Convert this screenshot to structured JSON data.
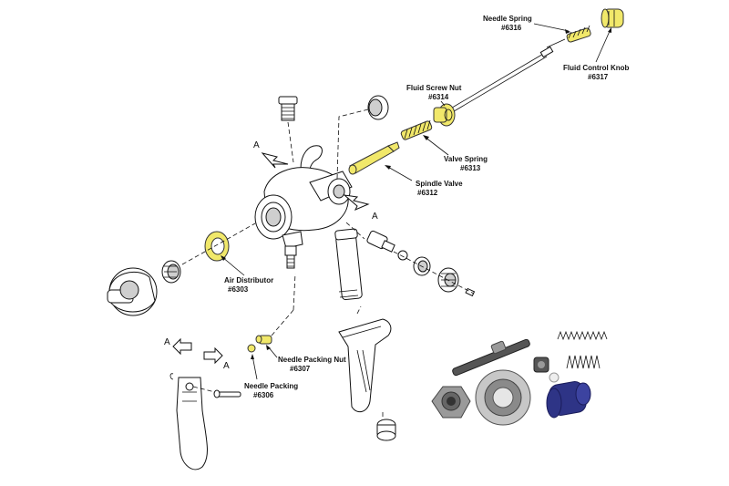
{
  "labels": {
    "needle_spring": {
      "name": "Needle Spring",
      "num": "#6316"
    },
    "fluid_control_knob": {
      "name": "Fluid Control Knob",
      "num": "#6317"
    },
    "fluid_screw_nut": {
      "name": "Fluid Screw Nut",
      "num": "#6314"
    },
    "valve_spring": {
      "name": "Valve Spring",
      "num": "#6313"
    },
    "spindle_valve": {
      "name": "Spindle Valve",
      "num": "#6312"
    },
    "air_distributor": {
      "name": "Air Distributor",
      "num": "#6303"
    },
    "needle_packing_nut": {
      "name": "Needle Packing Nut",
      "num": "#6307"
    },
    "needle_packing": {
      "name": "Needle Packing",
      "num": "#6306"
    }
  },
  "section_markers": [
    "A",
    "A",
    "A",
    "A"
  ],
  "colors": {
    "highlight": "#f1e86a",
    "knob": "#2e3486",
    "line": "#111111"
  }
}
